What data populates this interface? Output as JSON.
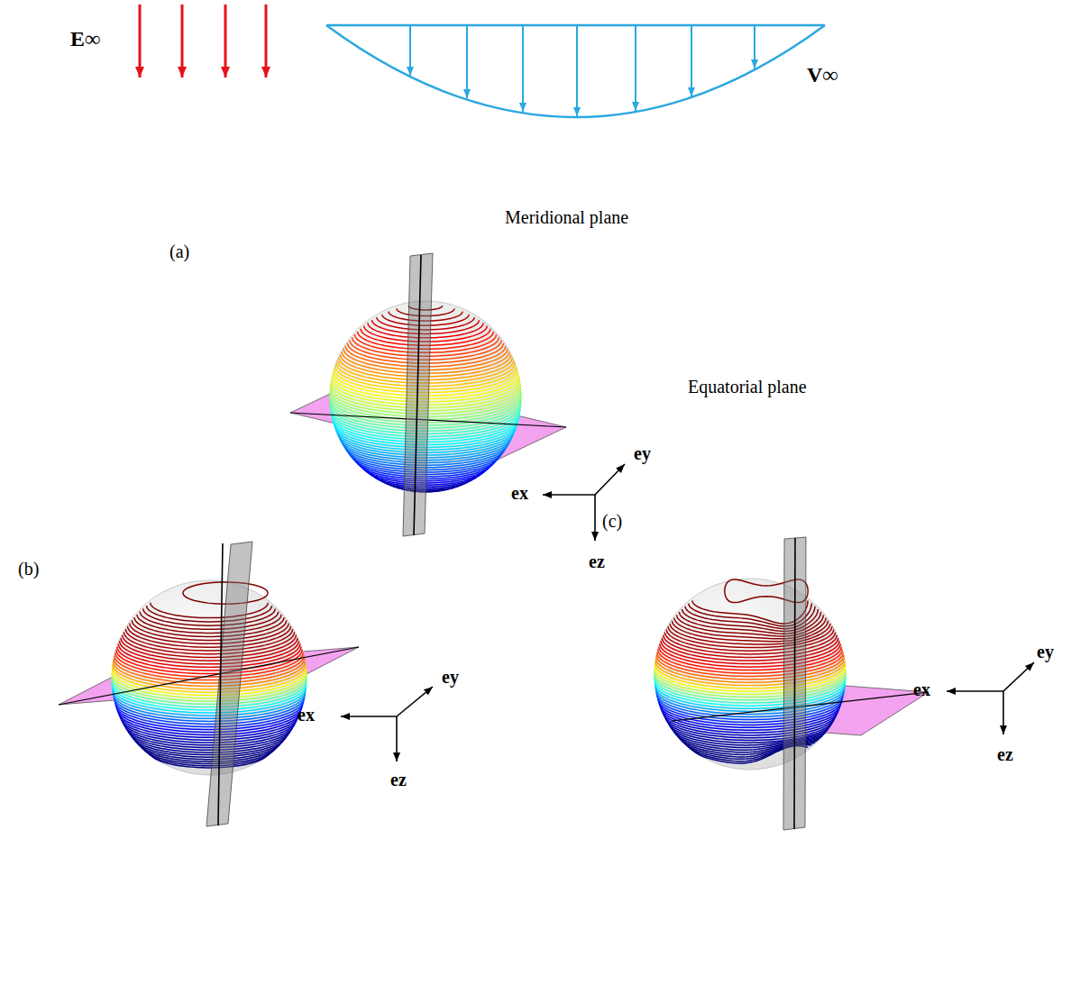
{
  "diagram": {
    "labels": [
      "E∞",
      "V∞",
      "Meridional plane",
      "(a)",
      "Equatorial plane",
      "ex",
      "ey",
      "ez",
      "(b)",
      "(c)",
      "ex",
      "ey",
      "ez",
      "ex",
      "ey",
      "ez"
    ]
  }
}
